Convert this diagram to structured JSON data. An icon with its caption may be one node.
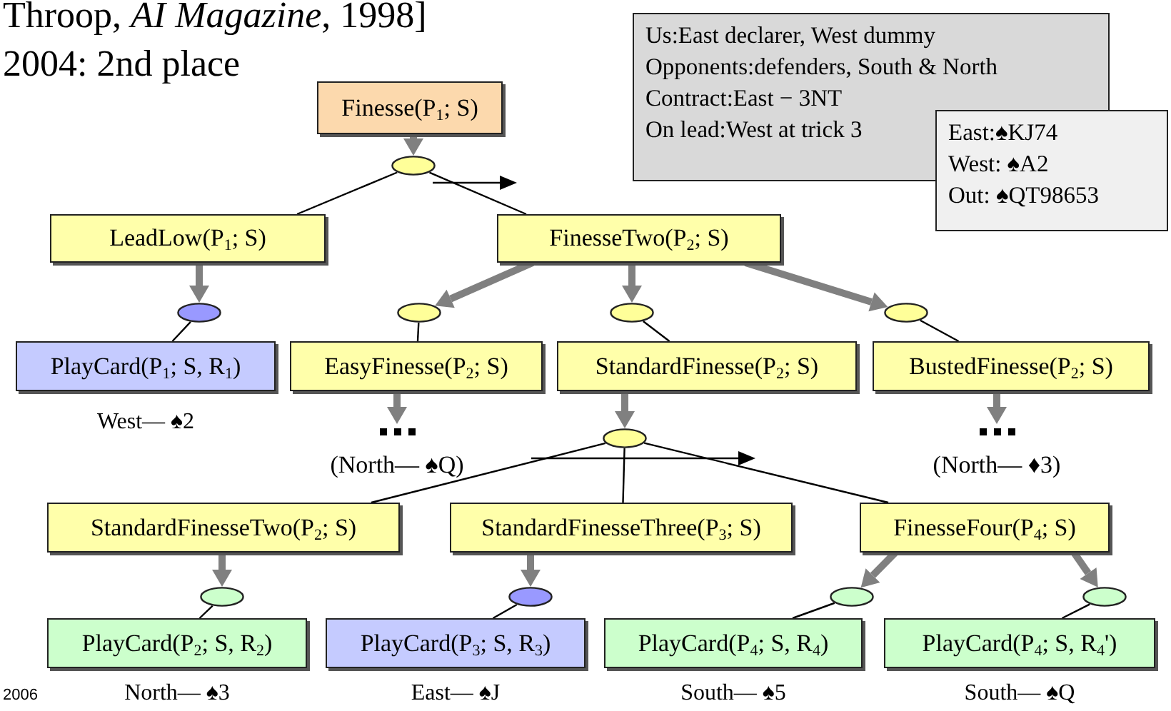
{
  "diagram": {
    "nodes": [
      {
        "text": [
          "Finesse(P$_{1}$; S)"
        ]
      },
      {
        "text": [],
        "shape": "oval"
      },
      {
        "text": [
          "LeadLow(P$_{1}$; S)"
        ]
      },
      {
        "text": [
          "FinesseTwo(P$_{2}$; S)"
        ]
      },
      {
        "text": [],
        "shape": "oval"
      },
      {
        "text": [
          "PlayCard(P$_{1}$; S, R$_{1}$)"
        ],
        "beside": [
          "West— ♠2"
        ]
      },
      {
        "text": [],
        "shape": "oval"
      },
      {
        "text": [],
        "shape": "oval"
      },
      {
        "text": [],
        "shape": "oval"
      },
      {
        "text": [
          "EasyFinesse(P$_{2}$; S)"
        ]
      },
      {
        "text": [
          "StandardFinesse(P$_{2}$; S)"
        ]
      },
      {
        "text": [
          "BustedFinesse(P$_{2}$; S)"
        ]
      },
      {
        "text": [
          "(North— ♠Q)"
        ]
      },
      {
        "text": [],
        "shape": "oval"
      },
      {
        "text": [
          "(North— ♦3)"
        ]
      },
      {
        "text": [
          "StandardFinesseTwo(P$_{2}$; S)"
        ]
      },
      {
        "text": [
          "StandardFinesseThree(P$_{3}$; S)"
        ]
      },
      {
        "text": [
          "FinesseFour(P$_{4}$; S)"
        ]
      },
      {
        "text": [],
        "shape": "oval"
      },
      {
        "text": [],
        "shape": "oval"
      },
      {
        "text": [],
        "shape": "oval"
      },
      {
        "text": [],
        "shape": "oval"
      },
      {
        "text": [
          "PlayCard(P$_{2}$; S, R$_{2}$)"
        ],
        "beside": [
          "North— ♠3"
        ]
      },
      {
        "text": [
          "PlayCard(P$_{3}$; S, R$_{3}$)"
        ],
        "beside": [
          "East— ♠J"
        ]
      },
      {
        "text": [
          "PlayCard(P$_{4}$; S, R$_{4}$)"
        ],
        "beside": [
          "South— ♠5"
        ]
      },
      {
        "text": [
          "PlayCard(P$_{4}$; S, R$_{4}$')"
        ],
        "beside": [
          "South— ♠Q"
        ]
      },
      {
        "text": [
          "Us:East declarer, West dummy",
          "Opponents:defenders, South & North",
          "Contract:East − 3NT",
          "On lead:West at trick 3"
        ]
      },
      {
        "text": [
          "East:♠KJ74",
          "West: ♠A2",
          "Out: ♠QT98653"
        ]
      }
    ],
    "edges": [
      {
        "from": 0,
        "to": 1,
        "arrow": "to",
        "style": "thick",
        "color": "#808080"
      },
      {
        "from": 1,
        "to": 2,
        "arrow": "none"
      },
      {
        "from": 1,
        "to": 3,
        "arrow": "none"
      },
      {
        "from": 2,
        "to": 4,
        "arrow": "to",
        "style": "thick",
        "color": "#808080"
      },
      {
        "from": 3,
        "to": 6,
        "arrow": "to",
        "style": "thick",
        "color": "#808080"
      },
      {
        "from": 3,
        "to": 7,
        "arrow": "to",
        "style": "thick",
        "color": "#808080"
      },
      {
        "from": 3,
        "to": 8,
        "arrow": "to",
        "style": "thick",
        "color": "#808080"
      },
      {
        "from": 4,
        "to": 5,
        "arrow": "none"
      },
      {
        "from": 6,
        "to": 9,
        "arrow": "none"
      },
      {
        "from": 7,
        "to": 10,
        "arrow": "none"
      },
      {
        "from": 8,
        "to": 11,
        "arrow": "none"
      },
      {
        "from": 9,
        "to": 12,
        "arrow": "to",
        "style": "thick",
        "color": "#808080"
      },
      {
        "from": 10,
        "to": 13,
        "arrow": "to",
        "style": "thick",
        "color": "#808080"
      },
      {
        "from": 11,
        "to": 14,
        "arrow": "to",
        "style": "thick",
        "color": "#808080"
      },
      {
        "from": 13,
        "to": 15,
        "arrow": "none"
      },
      {
        "from": 13,
        "to": 16,
        "arrow": "none"
      },
      {
        "from": 13,
        "to": 17,
        "arrow": "none"
      },
      {
        "from": 15,
        "to": 18,
        "arrow": "to",
        "style": "thick",
        "color": "#808080"
      },
      {
        "from": 16,
        "to": 19,
        "arrow": "to",
        "style": "thick",
        "color": "#808080"
      },
      {
        "from": 17,
        "to": 20,
        "arrow": "to",
        "style": "thick",
        "color": "#808080"
      },
      {
        "from": 17,
        "to": 21,
        "arrow": "to",
        "style": "thick",
        "color": "#808080"
      },
      {
        "from": 18,
        "to": 22,
        "arrow": "none"
      },
      {
        "from": 19,
        "to": 23,
        "arrow": "none"
      },
      {
        "from": 20,
        "to": 24,
        "arrow": "none"
      },
      {
        "from": 21,
        "to": 25,
        "arrow": "none"
      }
    ],
    "labels": [
      "Throop, *AI Magazine*, 1998]",
      "2004: 2nd place",
      "2006"
    ]
  }
}
